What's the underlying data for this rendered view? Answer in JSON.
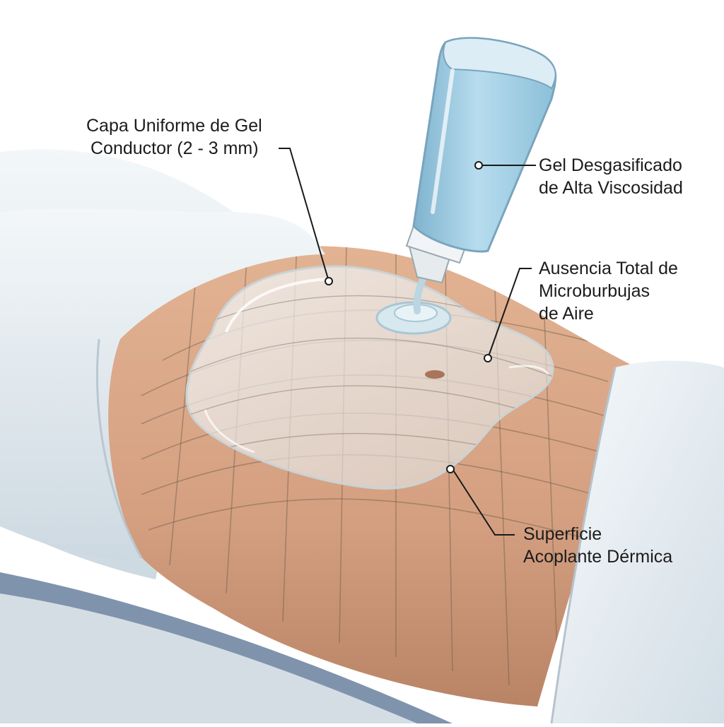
{
  "callouts": {
    "gel_layer": {
      "line1": "Capa Uniforme de Gel",
      "line2": "Conductor (2 - 3 mm)"
    },
    "degassed_gel": {
      "line1": "Gel Desgasificado",
      "line2": "de Alta Viscosidad"
    },
    "no_bubbles": {
      "line1": "Ausencia Total de",
      "line2": "Microburbujas",
      "line3": "de Aire"
    },
    "skin_surface": {
      "line1": "Superficie",
      "line2": "Acoplante Dérmica"
    }
  },
  "colors": {
    "skin": "#d9a584",
    "skin_shadow": "#b98466",
    "sheet": "#eef3f6",
    "sheet_shadow": "#c5d2db",
    "table_edge": "#7f93ad",
    "gel": "#e8eef0",
    "bottle_liquid": "#9ccbe2",
    "grid_line": "#6b5a4c",
    "callout_line": "#1a1a1a"
  }
}
